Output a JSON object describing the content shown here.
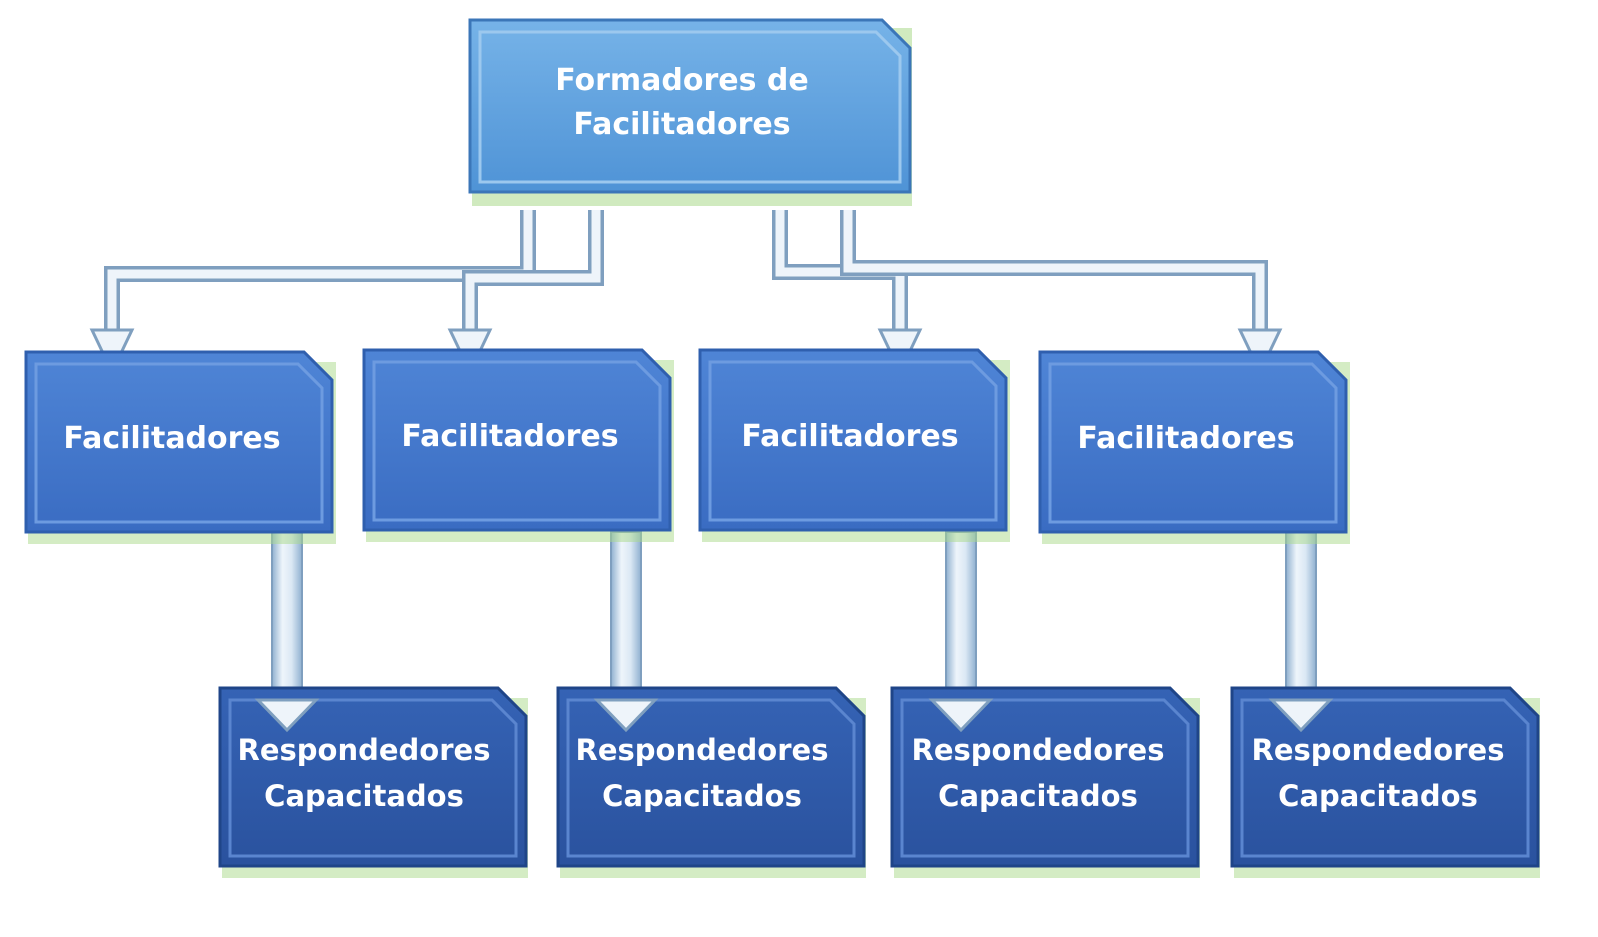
{
  "diagram": {
    "root": {
      "lines": [
        "Formadores de",
        "Facilitadores"
      ],
      "color": "#5a9fdc"
    },
    "facilitators": [
      {
        "label": "Facilitadores"
      },
      {
        "label": "Facilitadores"
      },
      {
        "label": "Facilitadores"
      },
      {
        "label": "Facilitadores"
      }
    ],
    "responders": [
      {
        "lines": [
          "Respondedores",
          "Capacitados"
        ]
      },
      {
        "lines": [
          "Respondedores",
          "Capacitados"
        ]
      },
      {
        "lines": [
          "Respondedores",
          "Capacitados"
        ]
      },
      {
        "lines": [
          "Respondedores",
          "Capacitados"
        ]
      }
    ],
    "colors": {
      "facilitator": "#3f72c9",
      "responder": "#2c58a8",
      "connector": "#c7d9ea",
      "connector_edge": "#7f9fbf",
      "glow": "#9fd07a"
    }
  }
}
